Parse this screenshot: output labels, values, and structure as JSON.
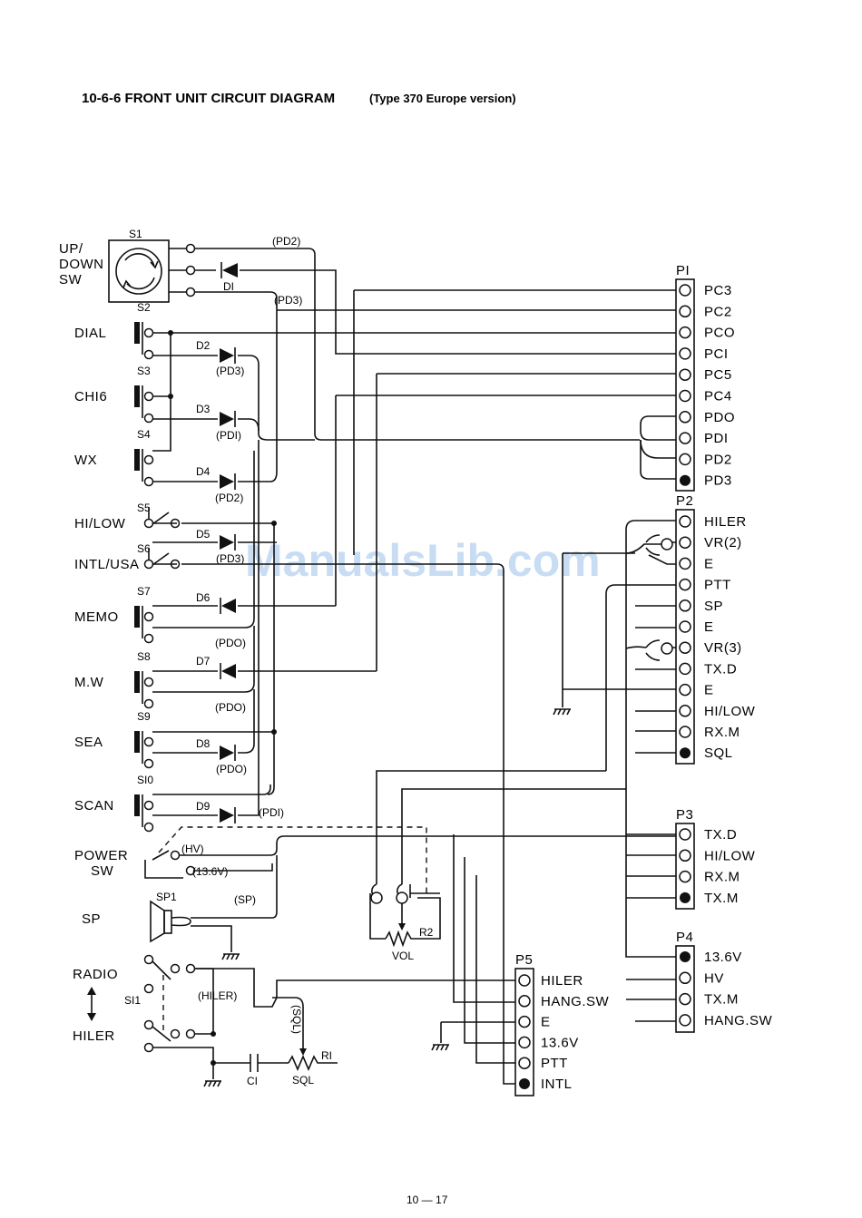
{
  "title": {
    "main": "10-6-6 FRONT UNIT CIRCUIT DIAGRAM",
    "sub": "(Type 370 Europe version)"
  },
  "watermark": "ManualsLib.com",
  "page_number": "10 — 17",
  "switches": {
    "s1": {
      "ref": "S1",
      "label": "UP/ DOWN SW"
    },
    "s2": {
      "ref": "S2",
      "label": "DIAL"
    },
    "s3": {
      "ref": "S3",
      "label": "CHI6"
    },
    "s4": {
      "ref": "S4",
      "label": "WX"
    },
    "s5": {
      "ref": "S5",
      "label": "HI/LOW"
    },
    "s6": {
      "ref": "S6",
      "label": "INTL/USA"
    },
    "s7": {
      "ref": "S7",
      "label": "MEMO"
    },
    "s8": {
      "ref": "S8",
      "label": "M.W"
    },
    "s9": {
      "ref": "S9",
      "label": "SEA"
    },
    "s10": {
      "ref": "SI0",
      "label": "SCAN"
    },
    "power": {
      "label": "POWER SW",
      "hv": "(HV)",
      "v136": "(13.6V)"
    },
    "sp": {
      "ref": "SP1",
      "label": "SP",
      "net": "(SP)"
    },
    "radio": {
      "ref": "SI1",
      "label_top": "RADIO",
      "label_bottom": "HILER",
      "net": "(HILER)"
    }
  },
  "diodes": [
    {
      "ref": "DI",
      "net": ""
    },
    {
      "ref": "D2",
      "net": "(PD3)"
    },
    {
      "ref": "D3",
      "net": "(PDI)"
    },
    {
      "ref": "D4",
      "net": "(PD2)"
    },
    {
      "ref": "D5",
      "net": "(PD3)"
    },
    {
      "ref": "D6",
      "net": "(PDO)"
    },
    {
      "ref": "D7",
      "net": "(PDO)"
    },
    {
      "ref": "D8",
      "net": "(PDO)"
    },
    {
      "ref": "D9",
      "net": "(PDI)"
    }
  ],
  "nets": {
    "pd2": "(PD2)",
    "pd3": "(PD3)",
    "sql": "(SQL)"
  },
  "passives": {
    "r1": {
      "ref": "RI",
      "label": "SQL"
    },
    "r2": {
      "ref": "R2",
      "label": "VOL"
    },
    "c1": {
      "ref": "CI"
    }
  },
  "connectors": {
    "p1": {
      "name": "PI",
      "pins": [
        "PC3",
        "PC2",
        "PCO",
        "PCI",
        "PC5",
        "PC4",
        "PDO",
        "PDI",
        "PD2",
        "PD3"
      ]
    },
    "p2": {
      "name": "P2",
      "pins": [
        "HILER",
        "VR(2)",
        "E",
        "PTT",
        "SP",
        "E",
        "VR(3)",
        "TX.D",
        "E",
        "HI/LOW",
        "RX.M",
        "SQL"
      ]
    },
    "p3": {
      "name": "P3",
      "pins": [
        "TX.D",
        "HI/LOW",
        "RX.M",
        "TX.M"
      ]
    },
    "p4": {
      "name": "P4",
      "pins": [
        "13.6V",
        "HV",
        "TX.M",
        "HANG.SW"
      ]
    },
    "p5": {
      "name": "P5",
      "pins": [
        "HILER",
        "HANG.SW",
        "E",
        "13.6V",
        "PTT",
        "INTL"
      ]
    }
  }
}
